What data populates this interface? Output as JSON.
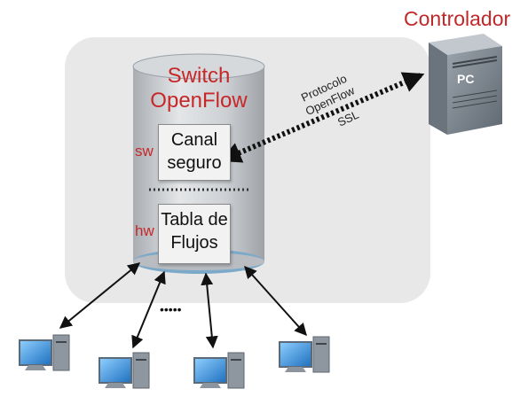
{
  "controller": {
    "title": "Controlador",
    "device_label": "PC",
    "icon": "server-tower-icon"
  },
  "switch": {
    "title_line1": "Switch",
    "title_line2": "OpenFlow",
    "secure_channel": {
      "layer": "sw",
      "line1": "Canal",
      "line2": "seguro"
    },
    "flow_table": {
      "layer": "hw",
      "line1": "Tabla de",
      "line2": "Flujos"
    }
  },
  "link": {
    "protocol_line1": "Protocolo",
    "protocol_line2": "OpenFlow",
    "security": "SSL"
  },
  "hosts": {
    "count_shown": 4,
    "more_indicator": "•••••",
    "icon": "desktop-computer-icon"
  },
  "colors": {
    "accent_red": "#c62828",
    "switch_body": "#c9cdd2",
    "switch_rim": "#7da9c9",
    "area_bg": "#e8e8e8"
  }
}
